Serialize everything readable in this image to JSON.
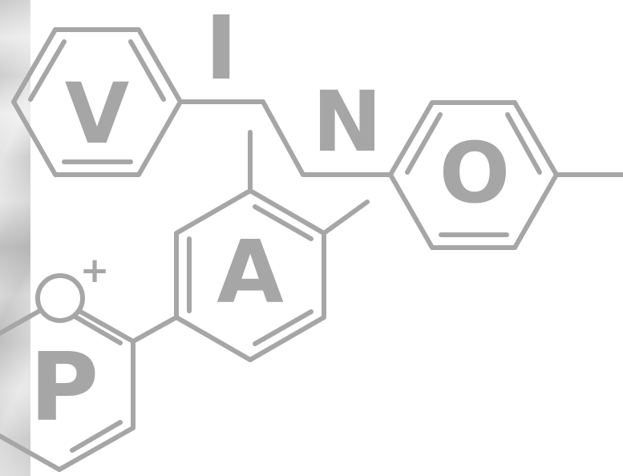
{
  "logo": {
    "letters": {
      "v": "V",
      "i": "I",
      "n": "N",
      "o": "O",
      "a": "A",
      "p": "P"
    },
    "charge": "+"
  },
  "colors": {
    "ink": "#a6a6a6",
    "background": "#ffffff",
    "marble": "#cfcfcf"
  }
}
